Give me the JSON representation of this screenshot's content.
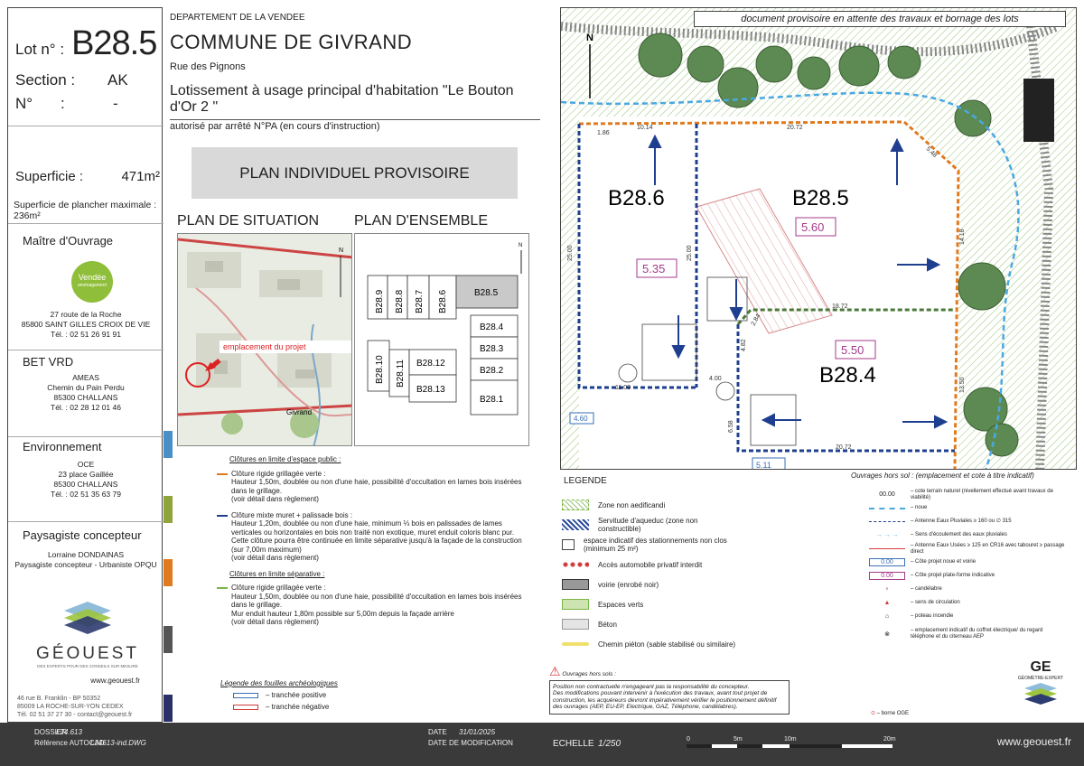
{
  "lot": {
    "label": "Lot n° :",
    "number": "B28.5"
  },
  "section": {
    "label": "Section :",
    "value": "AK"
  },
  "numero": {
    "label": "N°",
    "colon": ":",
    "value": "-"
  },
  "superficie": {
    "label": "Superficie :",
    "value": "471m²"
  },
  "plancher": "Superficie de plancher maximale : 236m²",
  "maitre": {
    "title": "Maître d'Ouvrage",
    "logo_line1": "Vendée",
    "logo_line2": "aménagement",
    "line1": "27 route de la Roche",
    "line2": "85800 SAINT GILLES CROIX DE VIE",
    "line3": "Tél. : 02 51 26 91 91"
  },
  "bet": {
    "title": "BET VRD",
    "line1": "AMEAS",
    "line2": "Chemin du Pain Perdu",
    "line3": "85300 CHALLANS",
    "line4": "Tél. : 02 28 12 01 46"
  },
  "env": {
    "title": "Environnement",
    "line1": "OCE",
    "line2": "23 place Gaillée",
    "line3": "85300 CHALLANS",
    "line4": "Tél. : 02 51 35 63 79"
  },
  "pay": {
    "title": "Paysagiste concepteur",
    "line1": "Lorraine DONDAINAS",
    "line2": "Paysagiste concepteur - Urbaniste OPQU"
  },
  "geouest": {
    "name": "GÉOUEST",
    "tagline": "DES EXPERTS POUR DES CONSEILS SUR MESURE",
    "site": "www.geouest.fr",
    "addr1": "46 rue B. Franklin - BP 50352",
    "addr2": "85009 LA ROCHE-SUR-YON CEDEX",
    "addr3": "Tél. 02 51 37 27 30 - contact@geouest.fr"
  },
  "header": {
    "dept": "DEPARTEMENT DE LA VENDEE",
    "commune": "COMMUNE DE GIVRAND",
    "rue": "Rue des Pignons",
    "lotissement": "Lotissement à  usage principal d'habitation \"Le Bouton d'Or 2 \"",
    "autorise": "autorisé par arrêté N°PA (en cours d'instruction)",
    "plan": "PLAN INDIVIDUEL PROVISOIRE"
  },
  "situation": {
    "title": "PLAN DE SITUATION",
    "marker": "emplacement du projet",
    "town": "Givrand"
  },
  "ensemble": {
    "title": "PLAN D'ENSEMBLE",
    "north": "N",
    "lots_top": [
      "B28.9",
      "B28.8",
      "B28.7",
      "B28.6"
    ],
    "lot_main": "B28.5",
    "lots_right": [
      "B28.4",
      "B28.3",
      "B28.2",
      "B28.1"
    ],
    "lot_left": "B28.10",
    "lot_mid": "B28.11",
    "lots_mid2": [
      "B28.12",
      "B28.13"
    ]
  },
  "clotures": {
    "head_public": "Clôtures en limite d'espace public :",
    "item1_title": "Clôture rigide grillagée verte :",
    "item1_text": "Hauteur 1,50m, doublée ou non d'une haie, possibilité d'occultation en lames bois insérées dans le grillage.",
    "item1_note": "(voir détail dans règlement)",
    "item2_title": "Clôture mixte muret + palissade bois :",
    "item2_text": "Hauteur 1,20m, doublée ou non d'une haie, minimum ⅓ bois en palissades de lames verticales ou horizontales en bois non traité non exotique, muret enduit coloris blanc pur.",
    "item2_text2": "Cette clôture pourra être continuée en limite séparative jusqu'à la façade de la construction (sur 7,00m maximum)",
    "item2_note": "(voir détail dans règlement)",
    "head_sep": "Clôtures en limite séparative :",
    "item3_title": "Clôture rigide grillagée verte :",
    "item3_text": "Hauteur 1,50m, doublée ou non d'une haie, possibilité d'occultation en lames bois insérées dans le grillage.",
    "item3_text2": "Mur enduit hauteur 1,80m possible sur 5,00m  depuis la façade arrière",
    "item3_note": "(voir détail dans règlement)"
  },
  "archeo": {
    "head": "Légende  des  fouilles  archéologiques",
    "pos": "–  tranchée  positive",
    "neg": "–  tranchée  négative"
  },
  "plan": {
    "banner": "document provisoire en attente des travaux et bornage des lots",
    "north": "N",
    "lot_a": "B28.6",
    "lot_b": "B28.5",
    "lot_c": "B28.4",
    "cote_a": "5.35",
    "cote_b": "5.60",
    "cote_c": "5.50",
    "cote_d": "4.60",
    "cote_e": "5.11",
    "dims": [
      "10.14",
      "20.72",
      "25.00",
      "25.00",
      "14.18",
      "18.72",
      "2.84",
      "4.82",
      "4.00",
      "11.00",
      "6.58",
      "20.72",
      "13.50",
      "5.48",
      "1.86"
    ]
  },
  "legende": {
    "title": "LEGENDE",
    "items": [
      "Zone non aedificandi",
      "Servitude d'aqueduc (zone non constructible)",
      "espace indicatif des stationnements non clos (minimum 25 m²)",
      "Accès automobile privatif interdit",
      "voirie (enrobé noir)",
      "Espaces verts",
      "Béton",
      "Chemin piéton (sable stabilisé ou similaire)"
    ]
  },
  "ouvrages": {
    "title": "Ouvrages  hors  sol :  (emplacement et cote à titre indicatif)",
    "items": [
      {
        "sym": "00.00",
        "text": "– cote terrain naturel (nivellement effectué avant travaux de viabilité)"
      },
      {
        "sym": "",
        "text": "– noue"
      },
      {
        "sym": "",
        "text": "– Antenne Eaux Pluviales ≥ 160 ou ∅ 315"
      },
      {
        "sym": "",
        "text": "– Sens d'écoulement des eaux pluviales"
      },
      {
        "sym": "",
        "text": "– Antenne Eaux Usées ≥ 125 en CR16 avec tabouret    ≥ passage direct"
      },
      {
        "sym": "0.00",
        "text": "– Côte projet noue et voirie"
      },
      {
        "sym": "0.00",
        "text": "– Côte projet plate-forme indicative"
      },
      {
        "sym": "",
        "text": "– candélabre"
      },
      {
        "sym": "",
        "text": "– sens de circulation"
      },
      {
        "sym": "",
        "text": "– poteau incendie"
      },
      {
        "sym": "",
        "text": "– emplacement indicatif du coffret électrique/ du regard téléphone et du citerneau AEP"
      }
    ],
    "borne": "– borne OGE"
  },
  "warning": {
    "title": "Ouvrages hors sols :",
    "line1": "Position non contractuelle n'engageant pas la responsabilité du concepteur.",
    "line2": "Des modifications pouvant intervenir à l'exécution des travaux, avant tout projet de construction, les acquéreurs devront impérativement vérifier le positionnement définitif des ouvrages (AEP, EU-EP, Electrique, GAZ, Téléphone, candélabres)."
  },
  "ge_label": "GÉOMÈTRE-EXPERT",
  "footer": {
    "dossier_label": "DOSSIER",
    "dossier": "L24.613",
    "ref_label": "Référence AUTOCAD",
    "ref": "L24613-ind.DWG",
    "date_label": "DATE",
    "date": "31/01/2025",
    "mod_label": "DATE DE MODIFICATION",
    "mod": "-",
    "echelle_label": "ECHELLE",
    "echelle": "1/250",
    "scale": [
      "0",
      "5m",
      "10m",
      "20m"
    ],
    "www": "www.geouest.fr"
  },
  "colors": {
    "orange": "#e07a1f",
    "blue": "#1e3f8f",
    "green": "#7ab648",
    "red": "#d23a3a",
    "vendee": "#8fbe3a"
  }
}
